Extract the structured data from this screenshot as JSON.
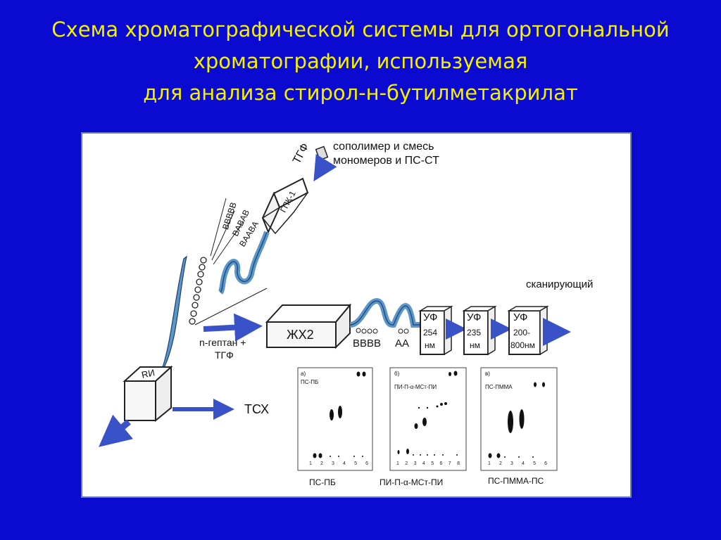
{
  "title": {
    "line1": "Схема хроматографической системы для ортогональной",
    "line2": "хроматографии, используемая",
    "line3": "для анализа стирол-н-бутилметакрилат"
  },
  "colors": {
    "background": "#0a0ad0",
    "title": "#f5f000",
    "panel": "#ffffff",
    "tubing": "#5b96c8",
    "arrow": "#3a52c8"
  },
  "diagram": {
    "sample_label_1": "сополимер и смесь",
    "sample_label_2": "мономеров и ПС-СТ",
    "solvent_in": "ТГФ",
    "gpc_column": "ГПК-1",
    "fraction_1": "BBBBB",
    "fraction_2": "BABAB",
    "fraction_3": "BAABA",
    "ri_detector": "RИ",
    "tlc_output": "ТСХ",
    "eluent_1": "n-гептан +",
    "eluent_2": "ТГФ",
    "hplc_column": "ЖХ2",
    "peak_1": "BBBB",
    "peak_2": "AA",
    "uv1_title": "УФ",
    "uv1_value": "254",
    "uv1_unit": "нм",
    "uv2_title": "УФ",
    "uv2_value": "235",
    "uv2_unit": "нм",
    "uv3_title": "УФ",
    "uv3_value": "200-",
    "uv3_unit": "800нм",
    "scanning": "сканирующий"
  },
  "plates": [
    {
      "tag": "а)",
      "system": "ПС-ПБ",
      "ticks": [
        "1",
        "2",
        "3",
        "4",
        "5",
        "6"
      ],
      "caption": "ПС-ПБ"
    },
    {
      "tag": "б)",
      "system": "ПИ-П-α-МСт-ПИ",
      "ticks": [
        "1",
        "2",
        "3",
        "4",
        "5",
        "6",
        "7",
        "8"
      ],
      "caption": "ПИ-П-α-МСт-ПИ"
    },
    {
      "tag": "в)",
      "system": "ПС-ПММА",
      "ticks": [
        "1",
        "2",
        "3",
        "4",
        "5",
        "6"
      ],
      "caption": "ПС-ПММА-ПС"
    }
  ]
}
